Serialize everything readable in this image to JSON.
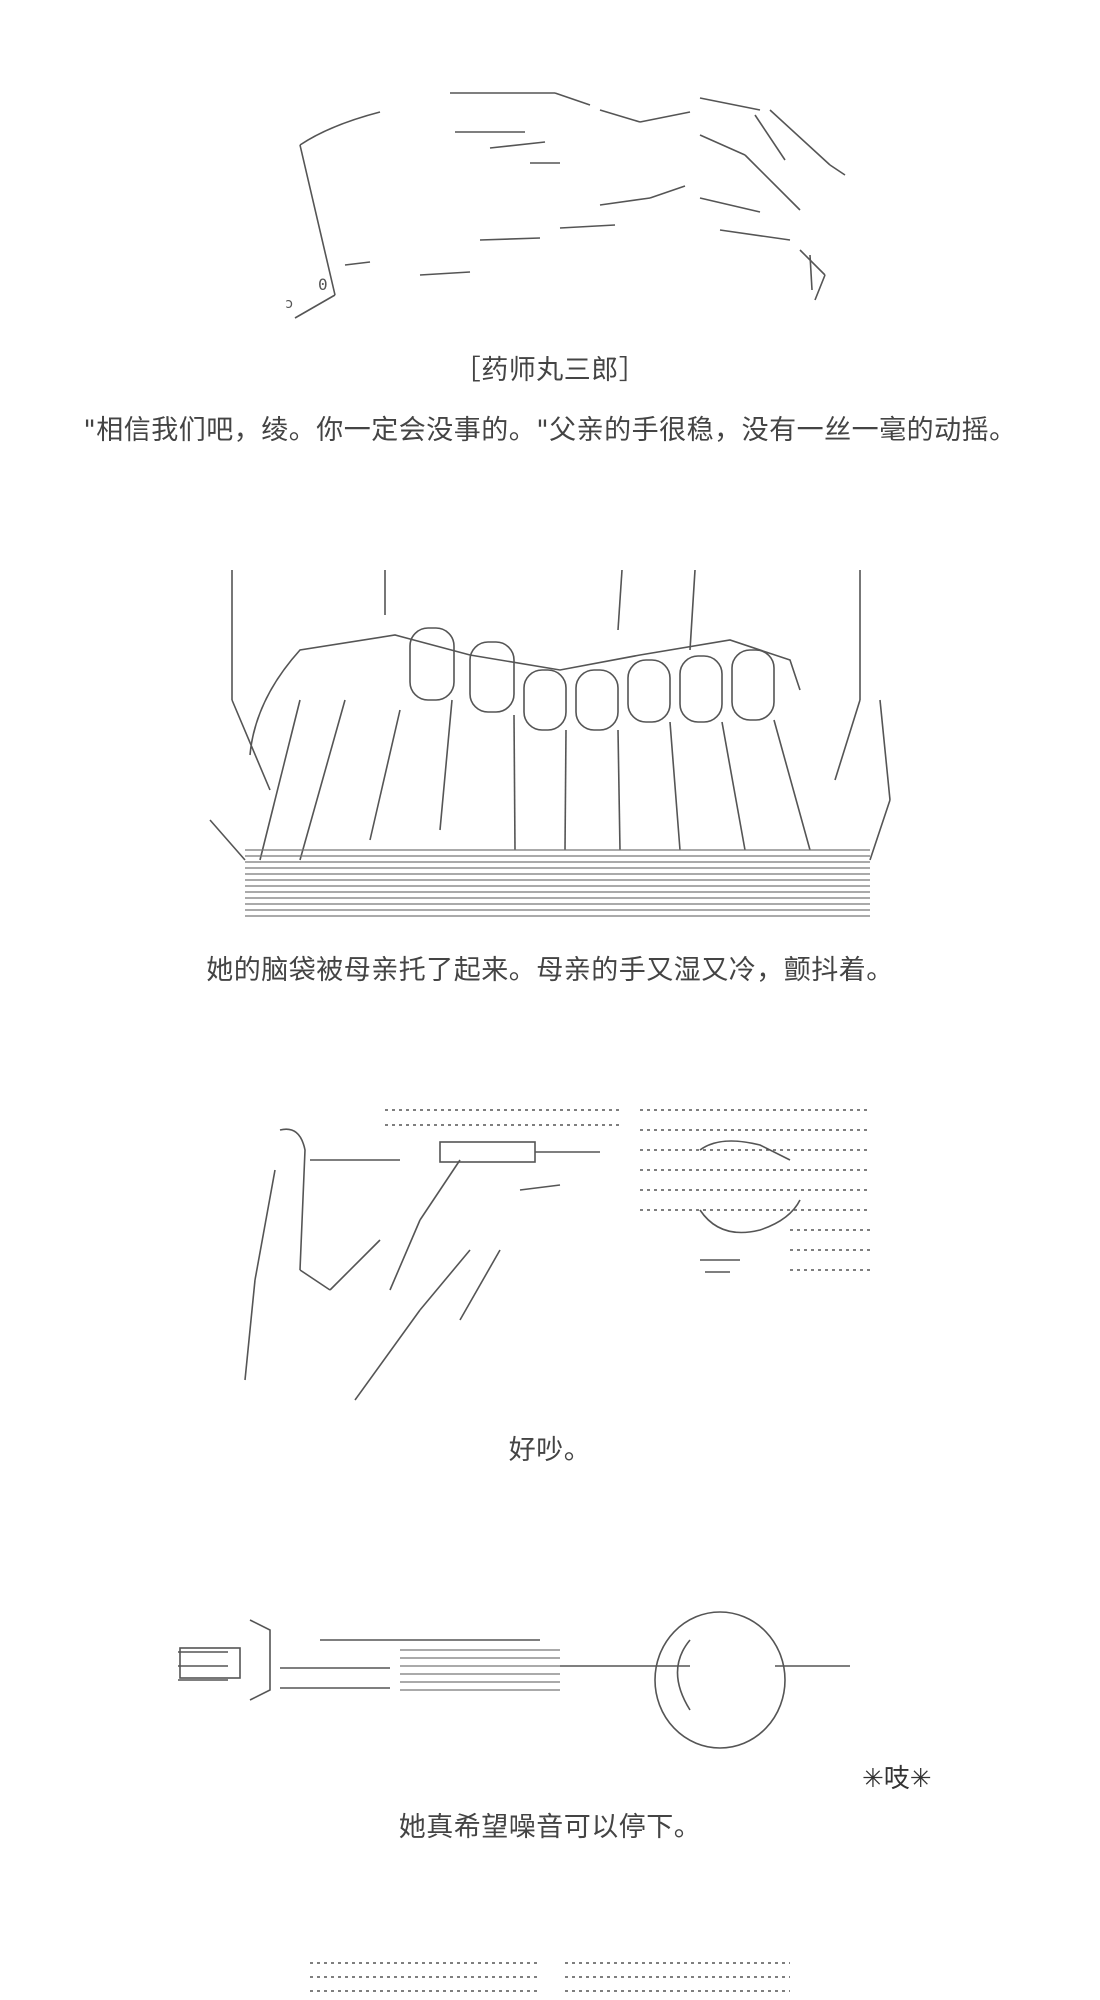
{
  "panels": [
    {
      "art": "hand-touching-face",
      "speaker": "［药师丸三郎］",
      "caption": "\"相信我们吧，绫。你一定会没事的。\"父亲的手很稳，没有一丝一毫的动摇。"
    },
    {
      "art": "hands-holding-head",
      "caption": "她的脑袋被母亲托了起来。母亲的手又湿又冷，颤抖着。"
    },
    {
      "art": "hand-with-syringe-and-face",
      "caption": "好吵。"
    },
    {
      "art": "syringe-near-ear",
      "sfx": "✳吱✳",
      "caption": "她真希望噪音可以停下。"
    },
    {
      "art": "syringe-and-face-repeat"
    }
  ]
}
